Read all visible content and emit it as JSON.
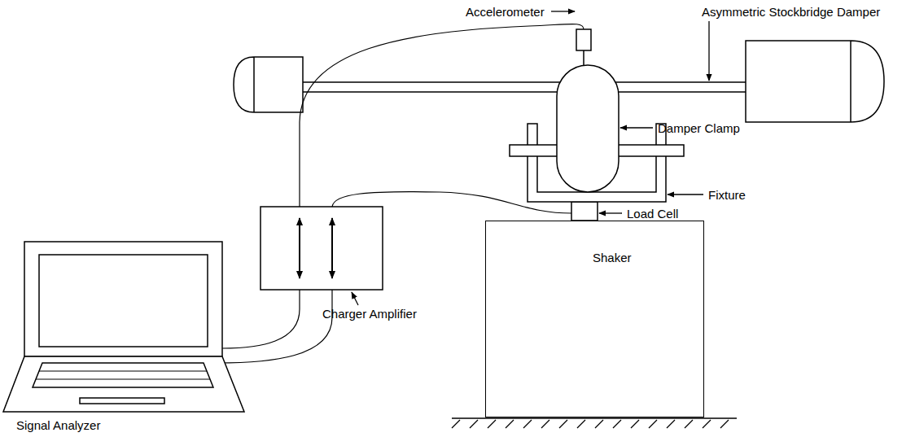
{
  "diagram": {
    "nodes": [
      {
        "text": [
          "Shaker"
        ]
      }
    ],
    "labels": [
      "Accelerometer",
      "Asymmetric Stockbridge Damper",
      "Damper Clamp",
      "Fixture",
      "Load Cell",
      "Charger Amplifier",
      "Signal Analyzer"
    ]
  }
}
